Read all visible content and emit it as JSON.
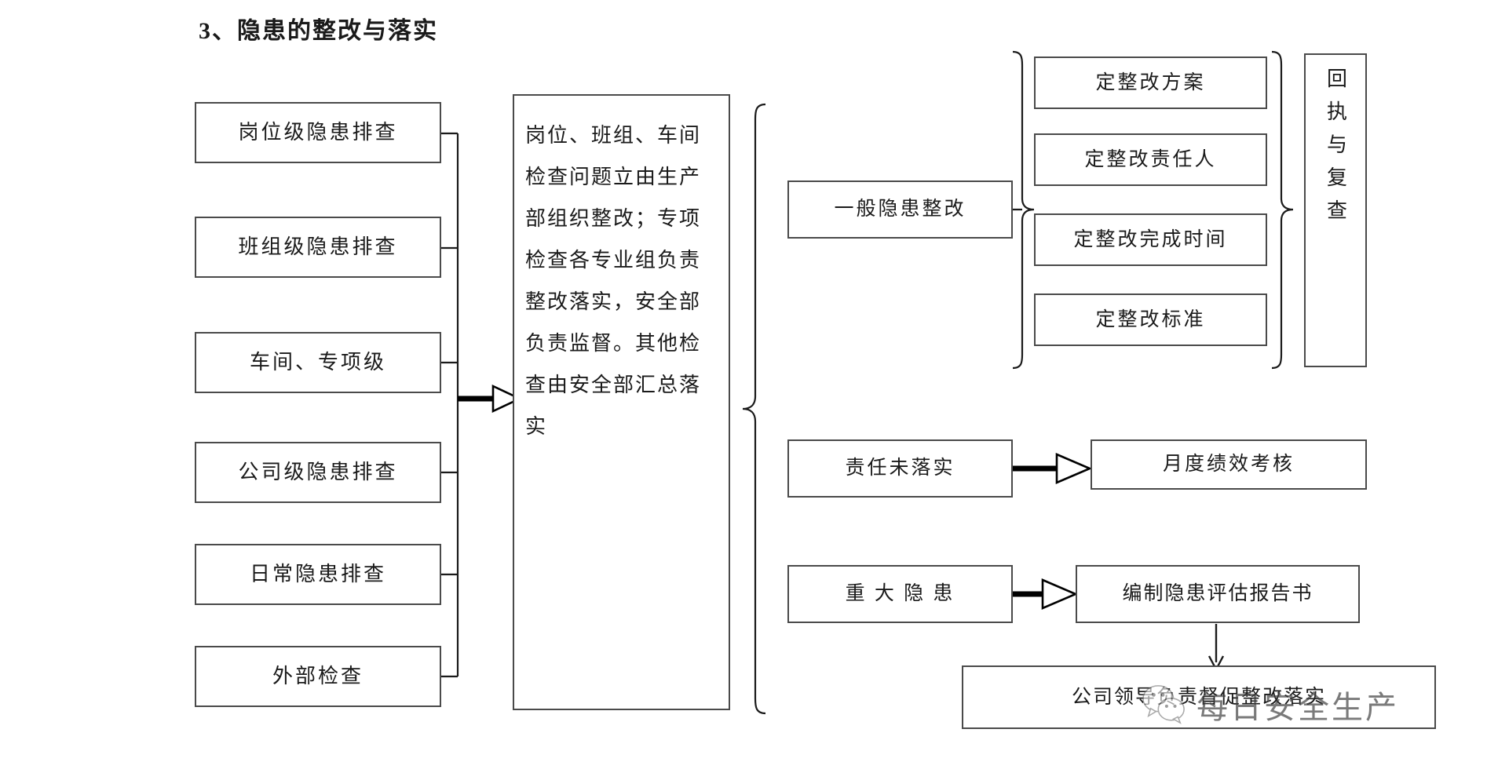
{
  "title": "3、隐患的整改与落实",
  "left_column": {
    "items": [
      {
        "label": "岗位级隐患排查"
      },
      {
        "label": "班组级隐患排查"
      },
      {
        "label": "车间、专项级"
      },
      {
        "label": "公司级隐患排查"
      },
      {
        "label": "日常隐患排查"
      },
      {
        "label": "外部检查"
      }
    ]
  },
  "center": {
    "label": "岗位、班组、车间检查问题立由生产部组织整改；专项检查各专业组负责整改落实，安全部负责监督。其他检查由安全部汇总落实"
  },
  "branches": {
    "general": {
      "label": "一般隐患整改",
      "requirements": [
        {
          "label": "定整改方案"
        },
        {
          "label": "定整改责任人"
        },
        {
          "label": "定整改完成时间"
        },
        {
          "label": "定整改标准"
        }
      ],
      "result": {
        "label": "回执与复查"
      }
    },
    "unfulfilled": {
      "source": {
        "label": "责任未落实"
      },
      "target": {
        "label": "月度绩效考核"
      }
    },
    "major": {
      "source": {
        "label": "重 大 隐 患"
      },
      "target": {
        "label": "编制隐患评估报告书"
      },
      "final": {
        "label": "公司领导负责督促整改落实"
      }
    }
  },
  "watermark": {
    "text": "每日安全生产",
    "icon": "wechat-icon"
  },
  "colors": {
    "box_border": "#4a4a4a",
    "line": "#1a1a1a",
    "text": "#1a1a1a",
    "background": "#ffffff"
  }
}
